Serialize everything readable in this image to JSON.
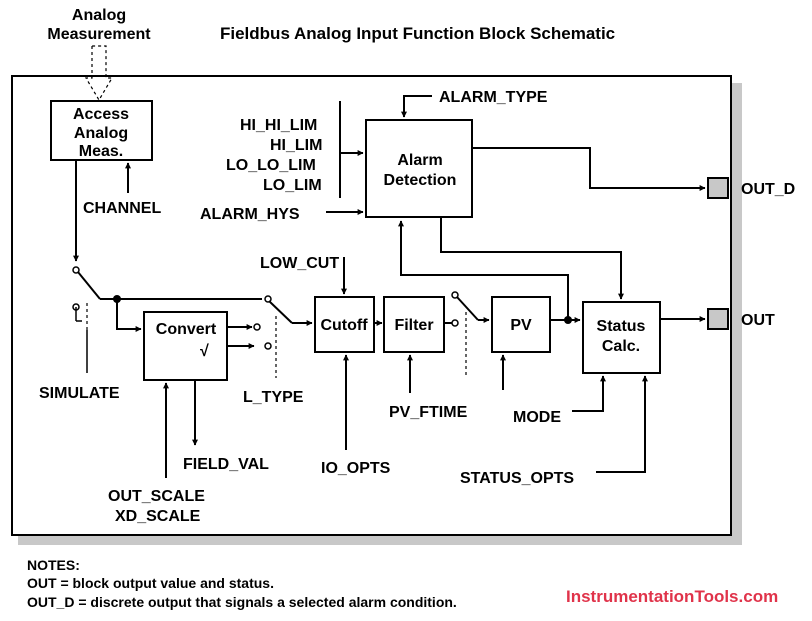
{
  "title": "Fieldbus  Analog Input Function Block Schematic",
  "input": {
    "line1": "Analog",
    "line2": "Measurement"
  },
  "blocks": {
    "access": [
      "Access",
      "Analog",
      "Meas."
    ],
    "convert": "Convert",
    "sqrt_symbol": "√",
    "cutoff": "Cutoff",
    "filter": "Filter",
    "pv": "PV",
    "status": [
      "Status",
      "Calc."
    ],
    "alarm": [
      "Alarm",
      "Detection"
    ]
  },
  "params": {
    "channel": "CHANNEL",
    "simulate": "SIMULATE",
    "l_type": "L_TYPE",
    "field_val": "FIELD_VAL",
    "out_scale": "OUT_SCALE",
    "xd_scale": "XD_SCALE",
    "low_cut": "LOW_CUT",
    "io_opts": "IO_OPTS",
    "pv_ftime": "PV_FTIME",
    "mode": "MODE",
    "status_opts": "STATUS_OPTS",
    "alarm_type": "ALARM_TYPE",
    "hi_hi_lim": "HI_HI_LIM",
    "hi_lim": "HI_LIM",
    "lo_lo_lim": "LO_LO_LIM",
    "lo_lim": "LO_LIM",
    "alarm_hys": "ALARM_HYS"
  },
  "outputs": {
    "out_d": "OUT_D",
    "out": "OUT"
  },
  "notes": {
    "heading": "NOTES:",
    "line1": "OUT = block output value and status.",
    "line2": "OUT_D = discrete output that signals a selected alarm condition."
  },
  "brand": "InstrumentationTools.com",
  "colors": {
    "brand": "#e0334a",
    "shadow": "#c8c8c8",
    "terminal": "#c8c8c8"
  }
}
